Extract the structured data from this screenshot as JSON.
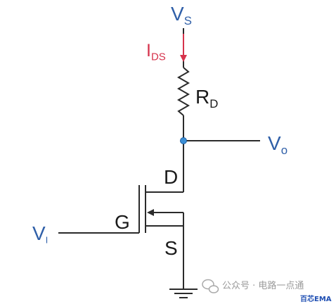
{
  "diagram": {
    "supply_label": "V",
    "supply_sub": "S",
    "current_label": "I",
    "current_sub": "DS",
    "resistor_label": "R",
    "resistor_sub": "D",
    "output_label": "V",
    "output_sub": "o",
    "input_label": "V",
    "input_sub": "I",
    "drain_label": "D",
    "gate_label": "G",
    "source_label": "S"
  },
  "watermark": {
    "text": "公众号 · 电路一点通",
    "brand": "百芯EMA"
  },
  "colors": {
    "wire": "#2b2b2b",
    "current": "#d6334c",
    "node": "#3c8fd6",
    "label_blue": "#2f5fa8"
  }
}
